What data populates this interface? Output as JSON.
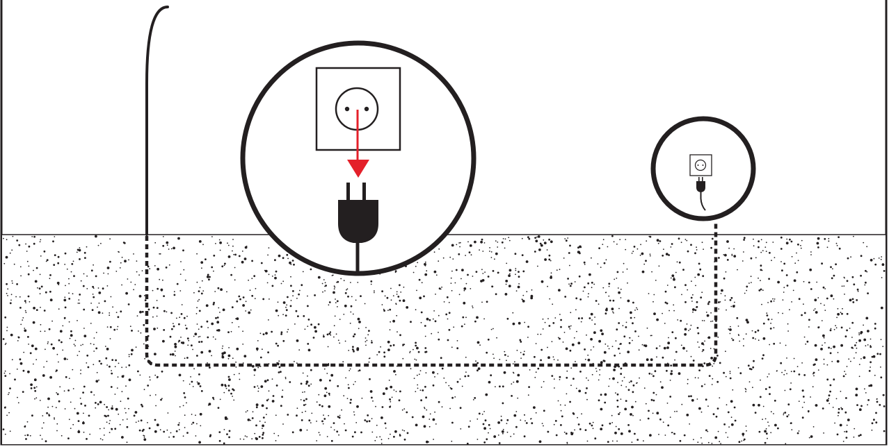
{
  "diagram": {
    "colors": {
      "line": "#231f20",
      "ground_dots": "#231f20",
      "arrow": "#e4202a",
      "background": "#ffffff"
    },
    "parts": {
      "ground": "speckled-ground",
      "cable_surface": "cable-rising-from-ground",
      "cable_buried": "dashed-underground-cable",
      "zoom_large": "zoom-circle-socket-plug",
      "zoom_small": "zoom-circle-socket-plugged"
    },
    "icons": [
      "wall-socket-icon",
      "power-plug-icon",
      "arrow-down-icon"
    ]
  }
}
